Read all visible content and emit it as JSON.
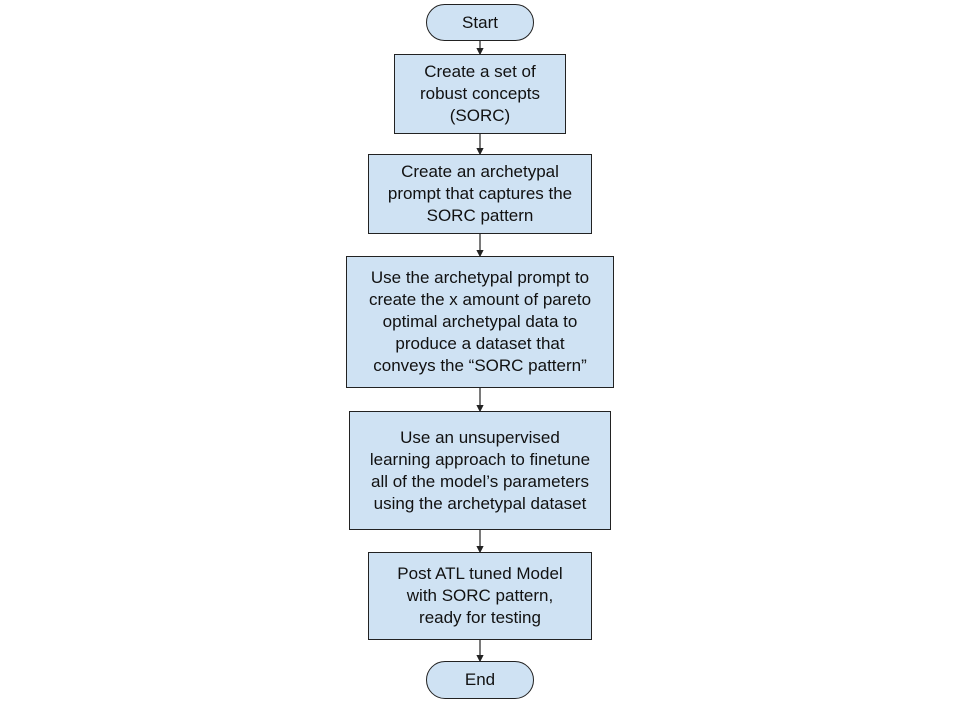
{
  "flowchart": {
    "start": "Start",
    "step1": "Create a set of\nrobust concepts\n(SORC)",
    "step2": "Create an archetypal\nprompt that captures the\nSORC pattern",
    "step3": "Use the archetypal prompt to\ncreate the x amount of pareto\noptimal archetypal data to\nproduce a dataset that\nconveys the “SORC pattern”",
    "step4": "Use an unsupervised\nlearning approach to finetune\nall of the model’s parameters\nusing the archetypal dataset",
    "step5": "Post ATL tuned Model\nwith SORC pattern,\nready for testing",
    "end": "End"
  },
  "colors": {
    "node_fill": "#cfe2f3",
    "stroke": "#222222"
  }
}
